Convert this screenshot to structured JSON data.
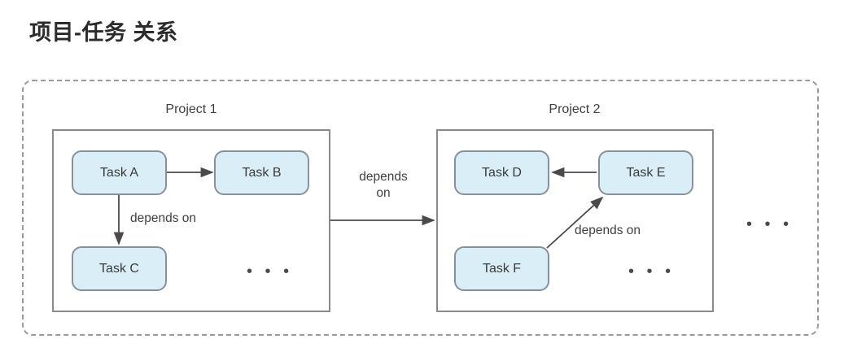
{
  "page": {
    "title": "项目-任务 关系",
    "background_color": "#ffffff"
  },
  "diagram": {
    "type": "relationship-diagram",
    "outer_container": {
      "name": "projects-group",
      "border_style": "dashed",
      "border_color": "#9a9a9a"
    },
    "node_style": {
      "fill": "#daeef8",
      "border": "#86919b",
      "text_color": "#3a3a3a"
    },
    "projects": [
      {
        "id": "project-1",
        "label": "Project 1",
        "tasks": [
          {
            "id": "task-a",
            "label": "Task A"
          },
          {
            "id": "task-b",
            "label": "Task B"
          },
          {
            "id": "task-c",
            "label": "Task C"
          }
        ],
        "ellipsis": "• • •"
      },
      {
        "id": "project-2",
        "label": "Project 2",
        "tasks": [
          {
            "id": "task-d",
            "label": "Task D"
          },
          {
            "id": "task-e",
            "label": "Task E"
          },
          {
            "id": "task-f",
            "label": "Task F"
          }
        ],
        "ellipsis": "• • •"
      }
    ],
    "outer_ellipsis": "• • •",
    "edges": [
      {
        "id": "edge-a-b",
        "from": "task-a",
        "to": "task-b",
        "label": ""
      },
      {
        "id": "edge-a-c",
        "from": "task-a",
        "to": "task-c",
        "label": "depends on"
      },
      {
        "id": "edge-p1-p2",
        "from": "project-1",
        "to": "project-2",
        "label": "depends\non"
      },
      {
        "id": "edge-e-d",
        "from": "task-e",
        "to": "task-d",
        "label": ""
      },
      {
        "id": "edge-f-e",
        "from": "task-f",
        "to": "task-e",
        "label": "depends on"
      }
    ]
  }
}
